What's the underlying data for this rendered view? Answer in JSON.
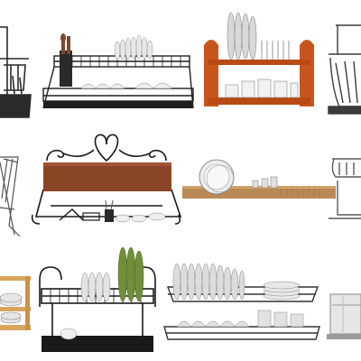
{
  "image": {
    "background": "#ffffff",
    "description_items": [
      {
        "name": "rack-wall-wire-left-partial",
        "colors": {
          "wire": "#2a2a2a"
        }
      },
      {
        "name": "rack-two-tier-black-wire",
        "colors": {
          "wire": "#1f1f1f",
          "plate": "#e8e8e8",
          "wood": "#7a4a2c"
        }
      },
      {
        "name": "rack-two-tier-orange-wood",
        "colors": {
          "frame": "#c8561c",
          "plate": "#d9d9d9",
          "cup": "#f2f2f2"
        }
      },
      {
        "name": "rack-hanging-basket-right-partial",
        "colors": {
          "wire": "#3a3a3a"
        }
      },
      {
        "name": "rack-folding-wire-left-partial",
        "colors": {
          "wire": "#555555"
        }
      },
      {
        "name": "rack-wall-wood-scroll",
        "colors": {
          "wood": "#8a4526",
          "wire": "#1a1a1a"
        }
      },
      {
        "name": "rack-wood-tray-plates",
        "colors": {
          "wood": "#b98a55",
          "plate": "#ededed"
        }
      },
      {
        "name": "rack-chrome-right-partial",
        "colors": {
          "wire": "#5a5a5a"
        }
      },
      {
        "name": "rack-wood-shelf-left-partial",
        "colors": {
          "wood": "#d9a55c",
          "plate": "#e6e6e6"
        }
      },
      {
        "name": "rack-two-tier-green-plates",
        "colors": {
          "wire": "#1a1a1a",
          "plate_green": "#6f8f3a",
          "plate": "#e4e4e4"
        }
      },
      {
        "name": "rack-long-two-tier-plates",
        "colors": {
          "wire": "#333333",
          "plate": "#dcdcdc"
        }
      },
      {
        "name": "rack-box-right-partial",
        "colors": {
          "frame": "#9a9a9a"
        }
      }
    ]
  }
}
